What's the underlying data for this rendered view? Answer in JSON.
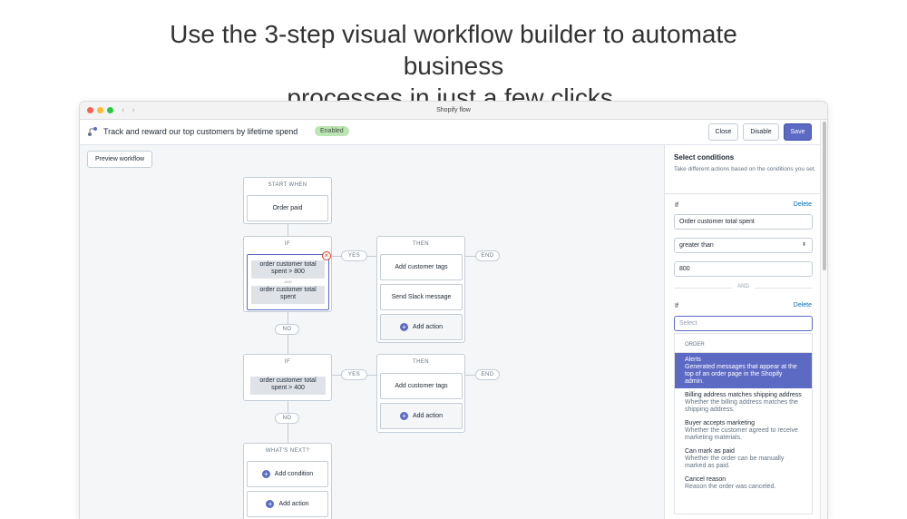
{
  "headline": {
    "line1": "Use the 3-step visual workflow builder to automate business",
    "line2": "processes in just a few clicks."
  },
  "window": {
    "title": "Shopify flow",
    "traffic_colors": [
      "#fe5f57",
      "#febc2e",
      "#28c840"
    ]
  },
  "appbar": {
    "title": "Track and reward our top customers by lifetime spend",
    "status": "Enabled",
    "close": "Close",
    "disable": "Disable",
    "save": "Save"
  },
  "canvas": {
    "preview": "Preview workflow",
    "start": {
      "header": "START WHEN",
      "trigger": "Order paid"
    },
    "if1": {
      "header": "IF",
      "cond1_line1": "order customer total",
      "cond1_line2": "spent > 800",
      "and": "AND",
      "cond2_line1": "order customer total",
      "cond2_line2": "spent"
    },
    "then1": {
      "header": "THEN",
      "action1": "Add customer tags",
      "action2": "Send Slack message",
      "add": "Add action"
    },
    "yes1": "YES",
    "end1": "END",
    "no1": "NO",
    "if2": {
      "header": "IF",
      "cond1_line1": "order customer total",
      "cond1_line2": "spent > 400"
    },
    "then2": {
      "header": "THEN",
      "action1": "Add customer tags",
      "add": "Add action"
    },
    "yes2": "YES",
    "end2": "END",
    "no2": "NO",
    "next": {
      "header": "WHAT'S NEXT?",
      "add_condition": "Add condition",
      "add_action": "Add action"
    }
  },
  "sidebar": {
    "title": "Select conditions",
    "description": "Take different actions based on the conditions you set.",
    "if_label": "If",
    "delete": "Delete",
    "field1": "Order customer total spent",
    "operator": "greater than",
    "value": "800",
    "and": "AND",
    "if_label2": "If",
    "delete2": "Delete",
    "select_placeholder": "Select",
    "dropdown": {
      "group": "ORDER",
      "options": [
        {
          "title": "Alerts",
          "desc": "Generated messages that appear at the top of an order page in the Shopify admin."
        },
        {
          "title": "Billing address matches shipping address",
          "desc": "Whether the billing address matches the shipping address."
        },
        {
          "title": "Buyer accepts marketing",
          "desc": "Whether the customer agreed to receive marketing materials."
        },
        {
          "title": "Can mark as paid",
          "desc": "Whether the order can be manually marked as paid."
        },
        {
          "title": "Cancel reason",
          "desc": "Reason the order was canceled."
        }
      ]
    }
  },
  "colors": {
    "accent": "#5c6ac4",
    "enabled_badge": "#bbe5b3",
    "link": "#006fbb",
    "delete_x": "#de3618"
  }
}
